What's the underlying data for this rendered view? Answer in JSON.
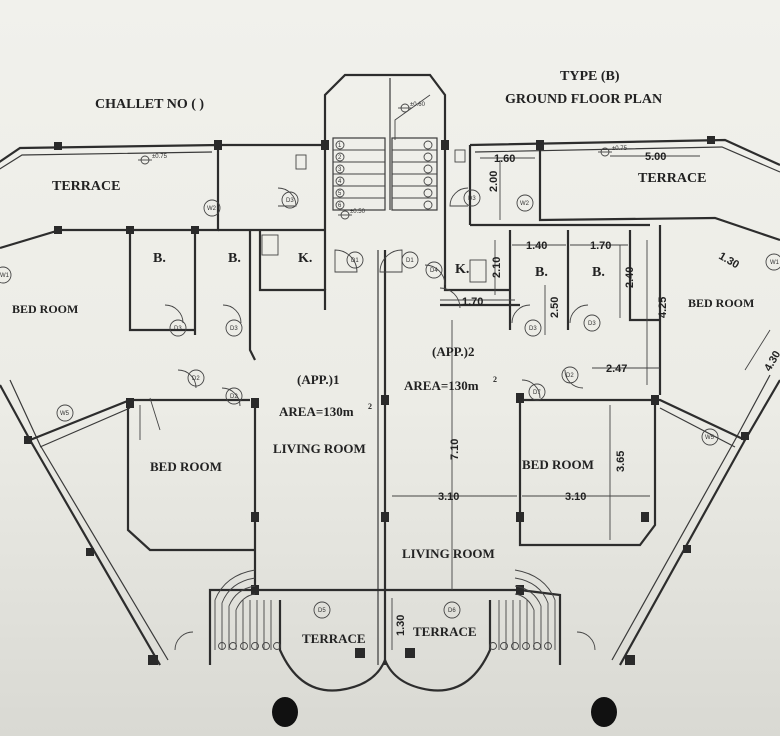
{
  "header": {
    "chalet": "CHALLET NO (    )",
    "type": "TYPE (B)",
    "plan": "GROUND FLOOR PLAN"
  },
  "rooms": {
    "terrace_nw": "TERRACE",
    "terrace_ne": "TERRACE",
    "terrace_sw": "TERRACE",
    "terrace_se": "TERRACE",
    "bed_room_w": "BED ROOM",
    "bed_room_e": "BED ROOM",
    "bed_room_1": "BED ROOM",
    "bed_room_2": "BED ROOM",
    "living_room_1": "LIVING ROOM",
    "living_room_2": "LIVING ROOM",
    "bath_1a": "B.",
    "bath_1b": "B.",
    "bath_2a": "B.",
    "bath_2b": "B.",
    "kitchen_1": "K.",
    "kitchen_2": "K."
  },
  "apartments": [
    {
      "label": "(APP.)1",
      "area": "AREA=130m",
      "sup": "2"
    },
    {
      "label": "(APP.)2",
      "area": "AREA=130m",
      "sup": "2"
    }
  ],
  "dimensions": {
    "d_160": "1.60",
    "d_500": "5.00",
    "d_200": "2.00",
    "d_140": "1.40",
    "d_170a": "1.70",
    "d_130a": "1.30",
    "d_210": "2.10",
    "d_240": "2.40",
    "d_425": "4.25",
    "d_170b": "1.70",
    "d_250": "2.50",
    "d_247": "2.47",
    "d_430": "4.30",
    "d_710": "7.10",
    "d_365": "3.65",
    "d_310a": "3.10",
    "d_310b": "3.10",
    "d_130b": "1.30"
  },
  "levels": {
    "lv1": "±0.75",
    "lv2": "±0.75",
    "lv3": "±0.60",
    "lv4": "±0.50"
  },
  "door_tags": [
    "D1",
    "D1",
    "D2",
    "D2",
    "D3",
    "D3",
    "D3",
    "D3",
    "D4",
    "D5",
    "D6",
    "D7",
    "D2",
    "D3",
    "D3"
  ],
  "window_tags": [
    "W2",
    "W2",
    "W5",
    "W5",
    "W1",
    "W1"
  ],
  "stair_steps": [
    "1",
    "2",
    "3",
    "4",
    "5",
    "6"
  ],
  "colors": {
    "ink": "#2d2d2d",
    "paper": "#efefea"
  }
}
